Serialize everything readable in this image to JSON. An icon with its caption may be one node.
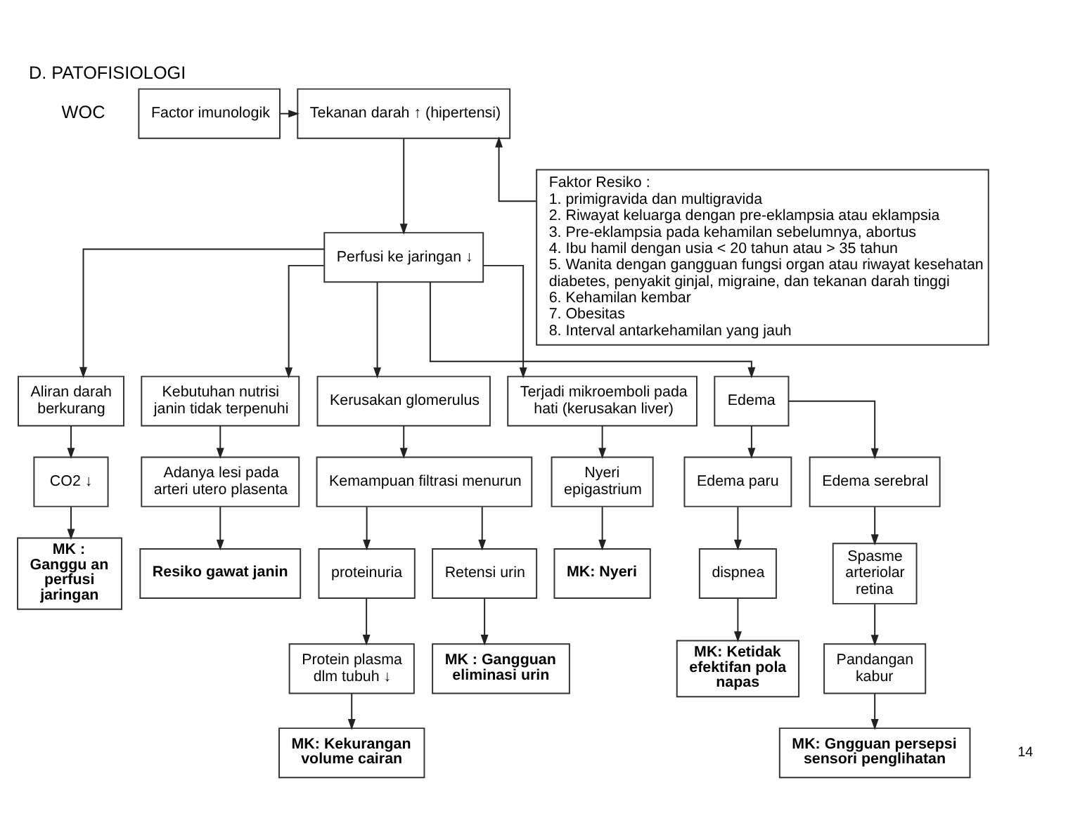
{
  "diagram": {
    "title": "D. PATOFISIOLOGI",
    "nodes": [
      {
        "text": [
          "Factor imunologik"
        ]
      },
      {
        "text": [
          "Tekanan darah ↑ (hipertensi)"
        ]
      },
      {
        "text": [
          "Faktor Resiko :",
          "1. primigravida dan multigravida",
          "2. Riwayat keluarga dengan pre-eklampsia atau eklampsia",
          "3. Pre-eklampsia pada kehamilan sebelumnya, abortus",
          "4. Ibu hamil dengan usia < 20 tahun atau > 35 tahun",
          "5. Wanita dengan gangguan fungsi organ atau riwayat kesehatan diabetes, penyakit ginjal, migraine, dan tekanan darah tinggi",
          "6. Kehamilan kembar",
          "7. Obesitas",
          "8. Interval antarkehamilan yang jauh"
        ]
      },
      {
        "text": [
          "Perfusi ke jaringan ↓"
        ]
      },
      {
        "text": [
          "Aliran darah berkurang"
        ]
      },
      {
        "text": [
          "CO2 ↓"
        ]
      },
      {
        "text": [
          "MK : Ganggu an perfusi jaringan"
        ]
      },
      {
        "text": [
          "Kebutuhan nutrisi janin tidak terpenuhi"
        ]
      },
      {
        "text": [
          "Adanya lesi pada arteri utero plasenta"
        ]
      },
      {
        "text": [
          "Resiko gawat janin"
        ]
      },
      {
        "text": [
          "Kerusakan glomerulus"
        ]
      },
      {
        "text": [
          "Kemampuan filtrasi menurun"
        ]
      },
      {
        "text": [
          "proteinuria"
        ]
      },
      {
        "text": [
          "Retensi urin"
        ]
      },
      {
        "text": [
          "Protein plasma dlm tubuh ↓"
        ]
      },
      {
        "text": [
          "MK: Kekurangan volume cairan"
        ]
      },
      {
        "text": [
          "MK : Gangguan eliminasi urin"
        ]
      },
      {
        "text": [
          "Terjadi mikroemboli pada hati (kerusakan liver)"
        ]
      },
      {
        "text": [
          "Nyeri epigastrium"
        ]
      },
      {
        "text": [
          "MK: Nyeri"
        ]
      },
      {
        "text": [
          "Edema"
        ]
      },
      {
        "text": [
          "Edema paru"
        ]
      },
      {
        "text": [
          "Edema serebral"
        ]
      },
      {
        "text": [
          "dispnea"
        ]
      },
      {
        "text": [
          "MK: Ketidak efektifan pola napas"
        ]
      },
      {
        "text": [
          "Spasme arteriolar retina"
        ]
      },
      {
        "text": [
          "Pandangan kabur"
        ]
      },
      {
        "text": [
          "MK: Gngguan persepsi sensori penglihatan"
        ]
      }
    ],
    "edges": [
      {
        "from": 0,
        "to": 1,
        "arrow": "to"
      },
      {
        "from": 2,
        "to": 1,
        "arrow": "to"
      },
      {
        "from": 1,
        "to": 3,
        "arrow": "to"
      },
      {
        "from": 3,
        "to": 4,
        "arrow": "to"
      },
      {
        "from": 3,
        "to": 7,
        "arrow": "to"
      },
      {
        "from": 3,
        "to": 10,
        "arrow": "to"
      },
      {
        "from": 3,
        "to": 17,
        "arrow": "to"
      },
      {
        "from": 3,
        "to": 20,
        "arrow": "to"
      },
      {
        "from": 4,
        "to": 5,
        "arrow": "to"
      },
      {
        "from": 5,
        "to": 6,
        "arrow": "to"
      },
      {
        "from": 7,
        "to": 8,
        "arrow": "to"
      },
      {
        "from": 8,
        "to": 9,
        "arrow": "to"
      },
      {
        "from": 10,
        "to": 11,
        "arrow": "to"
      },
      {
        "from": 11,
        "to": 12,
        "arrow": "to"
      },
      {
        "from": 11,
        "to": 13,
        "arrow": "to"
      },
      {
        "from": 12,
        "to": 14,
        "arrow": "to"
      },
      {
        "from": 14,
        "to": 15,
        "arrow": "to"
      },
      {
        "from": 13,
        "to": 16,
        "arrow": "to"
      },
      {
        "from": 17,
        "to": 18,
        "arrow": "to"
      },
      {
        "from": 18,
        "to": 19,
        "arrow": "to"
      },
      {
        "from": 20,
        "to": 21,
        "arrow": "to"
      },
      {
        "from": 20,
        "to": 22,
        "arrow": "to"
      },
      {
        "from": 21,
        "to": 23,
        "arrow": "to"
      },
      {
        "from": 23,
        "to": 24,
        "arrow": "to"
      },
      {
        "from": 22,
        "to": 25,
        "arrow": "to"
      },
      {
        "from": 25,
        "to": 26,
        "arrow": "to"
      },
      {
        "from": 26,
        "to": 27,
        "arrow": "to"
      }
    ],
    "labels": [
      "WOC",
      "14"
    ]
  }
}
